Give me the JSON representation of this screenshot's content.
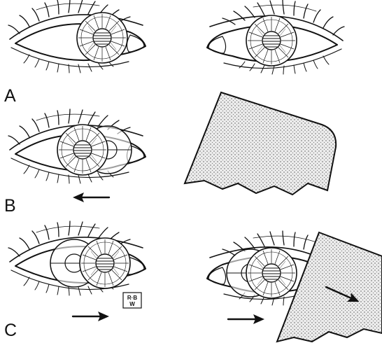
{
  "figure": {
    "panels": [
      {
        "label": "A"
      },
      {
        "label": "B"
      },
      {
        "label": "C"
      }
    ],
    "signature_monogram": "R·B\nW",
    "colors": {
      "ink": "#111111",
      "background": "#ffffff",
      "occluder_fill": "#dcdcdc"
    },
    "icons": [
      "eye-icon",
      "occluder-card-icon",
      "arrow-icon"
    ]
  }
}
